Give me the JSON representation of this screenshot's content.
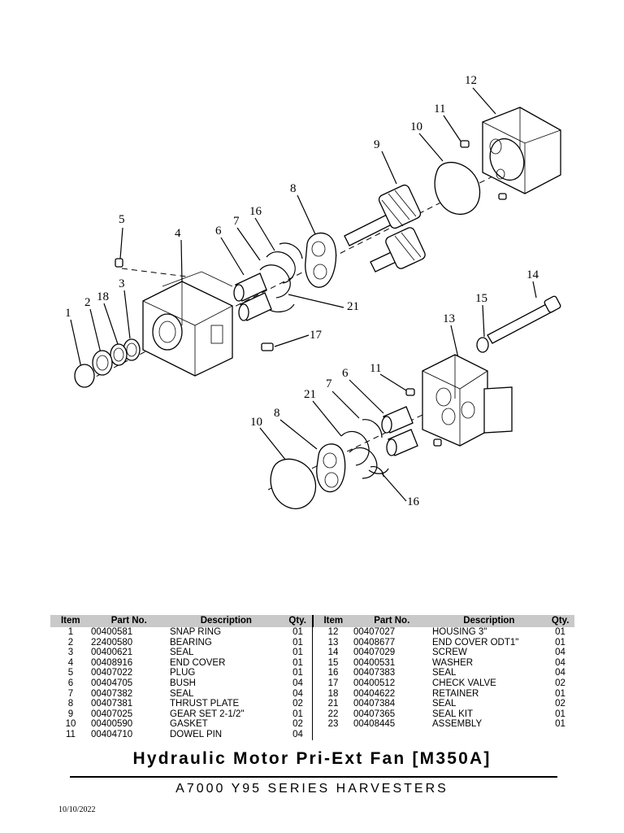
{
  "callouts": [
    "12",
    "11",
    "10",
    "9",
    "8",
    "16",
    "5",
    "4",
    "7",
    "6",
    "21",
    "14",
    "15",
    "18",
    "3",
    "2",
    "1",
    "13",
    "17",
    "11",
    "6",
    "7",
    "21",
    "10",
    "8",
    "16"
  ],
  "table": {
    "headers": {
      "item": "Item",
      "part": "Part No.",
      "desc": "Description",
      "qty": "Qty."
    },
    "left": [
      {
        "item": "1",
        "part": "00400581",
        "desc": "SNAP RING",
        "qty": "01"
      },
      {
        "item": "2",
        "part": "22400580",
        "desc": "BEARING",
        "qty": "01"
      },
      {
        "item": "3",
        "part": "00400621",
        "desc": "SEAL",
        "qty": "01"
      },
      {
        "item": "4",
        "part": "00408916",
        "desc": "END COVER",
        "qty": "01"
      },
      {
        "item": "5",
        "part": "00407022",
        "desc": "PLUG",
        "qty": "01"
      },
      {
        "item": "6",
        "part": "00404705",
        "desc": "BUSH",
        "qty": "04"
      },
      {
        "item": "7",
        "part": "00407382",
        "desc": "SEAL",
        "qty": "04"
      },
      {
        "item": "8",
        "part": "00407381",
        "desc": "THRUST PLATE",
        "qty": "02"
      },
      {
        "item": "9",
        "part": "00407025",
        "desc": "GEAR SET 2-1/2\"",
        "qty": "01"
      },
      {
        "item": "10",
        "part": "00400590",
        "desc": "GASKET",
        "qty": "02"
      },
      {
        "item": "11",
        "part": "00404710",
        "desc": "DOWEL PIN",
        "qty": "04"
      }
    ],
    "right": [
      {
        "item": "12",
        "part": "00407027",
        "desc": "HOUSING 3\"",
        "qty": "01"
      },
      {
        "item": "13",
        "part": "00408677",
        "desc": "END COVER ODT1\"",
        "qty": "01"
      },
      {
        "item": "14",
        "part": "00407029",
        "desc": "SCREW",
        "qty": "04"
      },
      {
        "item": "15",
        "part": "00400531",
        "desc": "WASHER",
        "qty": "04"
      },
      {
        "item": "16",
        "part": "00407383",
        "desc": "SEAL",
        "qty": "04"
      },
      {
        "item": "17",
        "part": "00400512",
        "desc": "CHECK VALVE",
        "qty": "02"
      },
      {
        "item": "18",
        "part": "00404622",
        "desc": "RETAINER",
        "qty": "01"
      },
      {
        "item": "21",
        "part": "00407384",
        "desc": "SEAL",
        "qty": "02"
      },
      {
        "item": "22",
        "part": "00407365",
        "desc": "SEAL KIT",
        "qty": "01"
      },
      {
        "item": "23",
        "part": "00408445",
        "desc": "ASSEMBLY",
        "qty": "01"
      }
    ]
  },
  "title": "Hydraulic Motor Pri-Ext Fan [M350A]",
  "subtitle": "A7000 Y95 SERIES HARVESTERS",
  "date": "10/10/2022"
}
